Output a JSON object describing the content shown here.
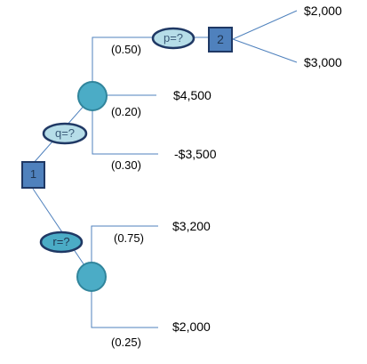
{
  "colors": {
    "line": "#4f81bd",
    "decision_fill": "#4f81bd",
    "decision_stroke": "#1f3864",
    "chance_fill": "#4bacc6",
    "chance_stroke": "#31859c",
    "ellipse_dark_fill": "#4bacc6",
    "ellipse_light_fill": "#b6dde8",
    "ellipse_stroke": "#1f3864"
  },
  "decision_nodes": [
    {
      "id": "d1",
      "label": "1"
    },
    {
      "id": "d2",
      "label": "2"
    }
  ],
  "choice_labels": [
    {
      "id": "p",
      "label": "p=?"
    },
    {
      "id": "q",
      "label": "q=?"
    },
    {
      "id": "r",
      "label": "r=?"
    }
  ],
  "probabilities": [
    {
      "id": "upper_top",
      "label": "(0.50)"
    },
    {
      "id": "upper_mid",
      "label": "(0.20)"
    },
    {
      "id": "upper_bottom",
      "label": "(0.30)"
    },
    {
      "id": "lower_top",
      "label": "(0.75)"
    },
    {
      "id": "lower_bottom",
      "label": "(0.25)"
    }
  ],
  "payoffs": [
    {
      "id": "d2_top",
      "label": "$2,000"
    },
    {
      "id": "d2_bottom",
      "label": "$3,000"
    },
    {
      "id": "upper_mid",
      "label": "$4,500"
    },
    {
      "id": "upper_bottom",
      "label": "-$3,500"
    },
    {
      "id": "lower_top",
      "label": "$3,200"
    },
    {
      "id": "lower_bottom",
      "label": "$2,000"
    }
  ]
}
